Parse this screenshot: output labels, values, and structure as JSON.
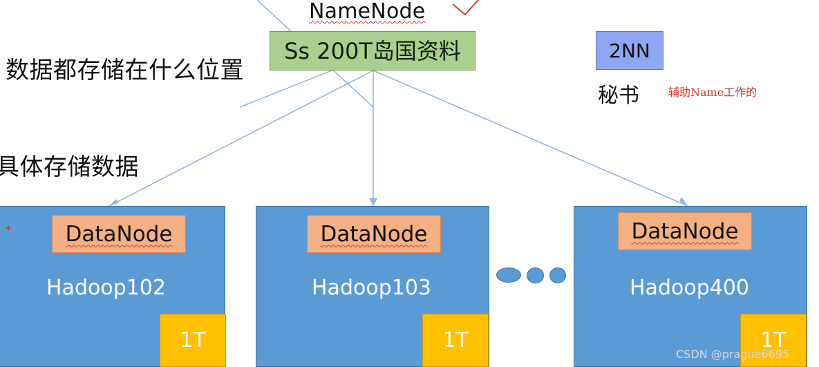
{
  "diagram": {
    "namenode_title": "NameNode",
    "namenode_storage": "Ss 200T岛国资料",
    "left_label_top": "数据都存储在什么位置",
    "left_label_mid": "具体存储数据",
    "secondary_node": "2NN",
    "secondary_label": "秘书",
    "secondary_note": "辅助Name工作的",
    "datanodes": [
      {
        "role": "DataNode",
        "host": "Hadoop102",
        "capacity": "1T"
      },
      {
        "role": "DataNode",
        "host": "Hadoop103",
        "capacity": "1T"
      },
      {
        "role": "DataNode",
        "host": "Hadoop400",
        "capacity": "1T"
      }
    ],
    "watermark": "CSDN @prague6695"
  },
  "icons": {
    "cursor_mark": "+",
    "checkmark": "check-icon"
  },
  "colors": {
    "namenode_fill": "#a9d08e",
    "secondary_fill": "#8fa7f2",
    "datanode_fill": "#f4b183",
    "host_fill": "#5b9bd5",
    "capacity_fill": "#ffc000",
    "connector": "#8fb3d9",
    "accent_red": "#cf3b30"
  }
}
